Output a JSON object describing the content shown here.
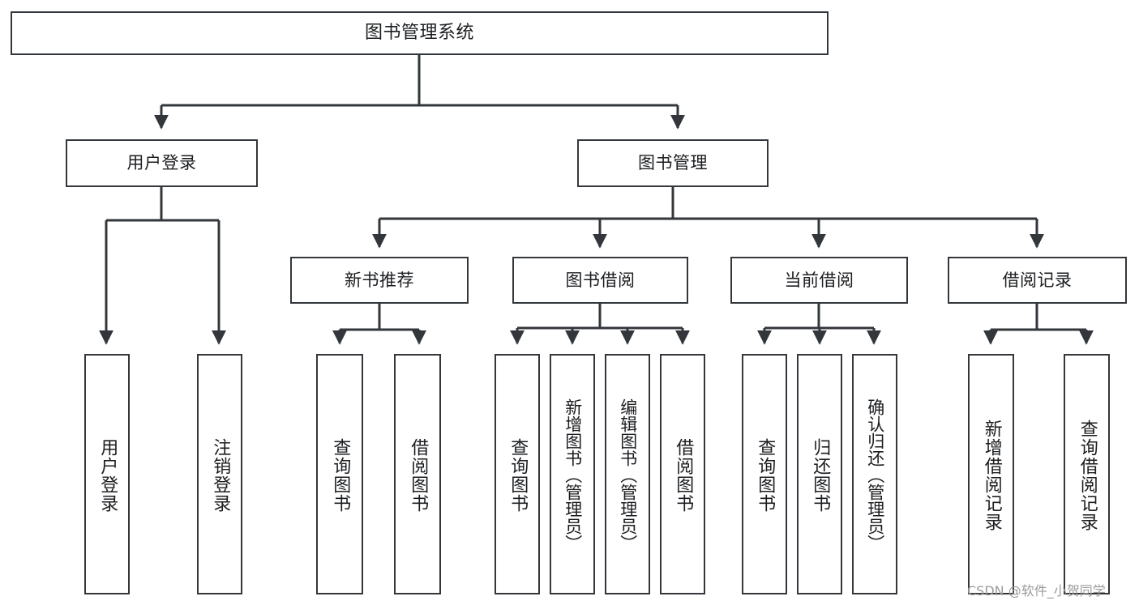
{
  "diagram": {
    "type": "tree",
    "title": "图书管理系统",
    "background_color": "#ffffff",
    "line_color": "#33373b",
    "box_border_color": "#33373b",
    "text_color": "#1b1d20",
    "root": {
      "label": "图书管理系统"
    },
    "level2": [
      {
        "label": "用户登录"
      },
      {
        "label": "图书管理"
      }
    ],
    "level3": [
      {
        "label": "新书推荐"
      },
      {
        "label": "图书借阅"
      },
      {
        "label": "当前借阅"
      },
      {
        "label": "借阅记录"
      }
    ],
    "leaves": {
      "user_login": [
        {
          "label": "用户登录"
        },
        {
          "label": "注销登录"
        }
      ],
      "new_book_recommend": [
        {
          "label": "查询图书"
        },
        {
          "label": "借阅图书"
        }
      ],
      "book_borrow": [
        {
          "label": "查询图书"
        },
        {
          "label": "新增图书（管理员）"
        },
        {
          "label": "编辑图书（管理员）"
        },
        {
          "label": "借阅图书"
        }
      ],
      "current_borrow": [
        {
          "label": "查询图书"
        },
        {
          "label": "归还图书"
        },
        {
          "label": "确认归还（管理员）"
        }
      ],
      "borrow_record": [
        {
          "label": "新增借阅记录"
        },
        {
          "label": "查询借阅记录"
        }
      ]
    }
  },
  "watermark": {
    "text": "CSDN @软件_小贺同学"
  }
}
